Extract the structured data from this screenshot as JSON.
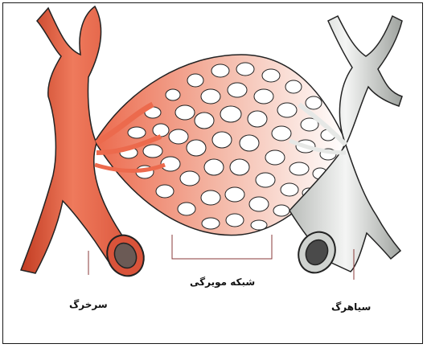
{
  "labels": {
    "capillary_network": "شبکه مویرگی",
    "artery": "سرخرگ",
    "vein": "سیاهرگ"
  },
  "colors": {
    "artery": "#ec6a4d",
    "artery_dark": "#c23c22",
    "vein": "#e6e8e6",
    "vein_dark": "#8e928e",
    "outline": "#222222"
  }
}
